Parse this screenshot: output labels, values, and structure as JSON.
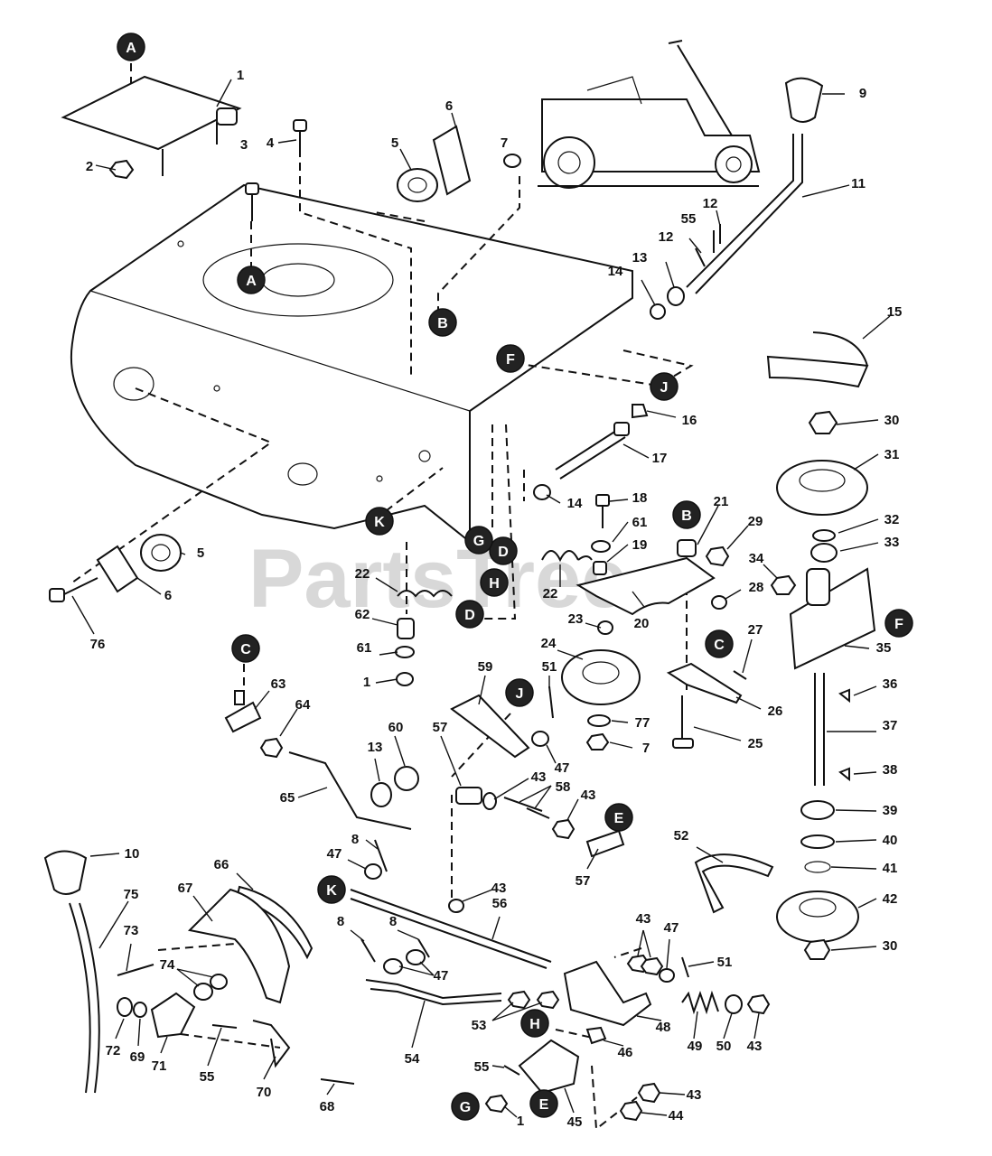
{
  "diagram": {
    "watermark": "PartsTree",
    "callout_letters": [
      "A",
      "A",
      "B",
      "B",
      "C",
      "C",
      "D",
      "D",
      "E",
      "E",
      "F",
      "F",
      "G",
      "G",
      "H",
      "H",
      "J",
      "J",
      "K",
      "K"
    ],
    "part_numbers": [
      "1",
      "2",
      "3",
      "4",
      "5",
      "6",
      "7",
      "9",
      "11",
      "12",
      "55",
      "12",
      "13",
      "14",
      "15",
      "16",
      "17",
      "14",
      "18",
      "61",
      "19",
      "21",
      "29",
      "30",
      "31",
      "32",
      "33",
      "34",
      "28",
      "35",
      "22",
      "22",
      "62",
      "20",
      "23",
      "27",
      "24",
      "61",
      "1",
      "5",
      "6",
      "76",
      "36",
      "37",
      "38",
      "39",
      "40",
      "41",
      "42",
      "30",
      "26",
      "25",
      "77",
      "7",
      "51",
      "59",
      "47",
      "63",
      "64",
      "13",
      "60",
      "57",
      "43",
      "58",
      "43",
      "57",
      "65",
      "8",
      "47",
      "10",
      "66",
      "67",
      "75",
      "73",
      "74",
      "72",
      "69",
      "71",
      "55",
      "70",
      "68",
      "43",
      "56",
      "8",
      "8",
      "47",
      "54",
      "53",
      "43",
      "47",
      "51",
      "48",
      "49",
      "50",
      "43",
      "46",
      "55",
      "1",
      "45",
      "43",
      "44",
      "52"
    ]
  }
}
